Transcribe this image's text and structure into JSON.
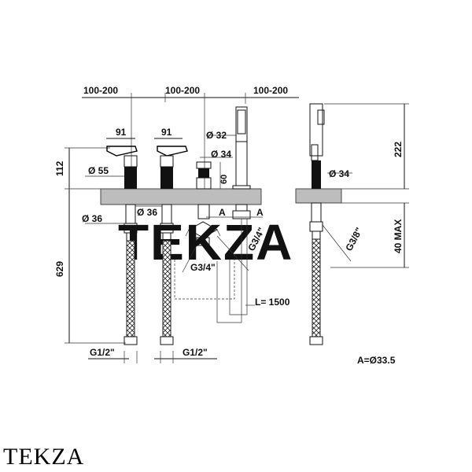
{
  "watermark": "TEKZA",
  "brand_logo": "TEKZA",
  "dimensions": {
    "spacing_1": "100-200",
    "spacing_2": "100-200",
    "spacing_3": "100-200",
    "handle_width_1": "91",
    "handle_width_2": "91",
    "height_above_deck": "112",
    "diameter_55": "Ø 55",
    "diameter_36_left": "Ø 36",
    "diameter_36_mid": "Ø 36",
    "diameter_32": "Ø 32",
    "diameter_34_front": "Ø 34",
    "depth_60": "60",
    "total_height": "629",
    "thread_g12_left": "G1/2\"",
    "thread_g12_right": "G1/2\"",
    "thread_g34_a": "G3/4\"",
    "thread_g34_b": "G3/4\"",
    "section_a_left": "A",
    "section_a_right": "A",
    "hose_length": "L= 1500",
    "side_height_222": "222",
    "side_diameter_34": "Ø 34",
    "side_max": "40 MAX",
    "side_thread": "G3/8\"",
    "section_note": "A=Ø33.5"
  }
}
